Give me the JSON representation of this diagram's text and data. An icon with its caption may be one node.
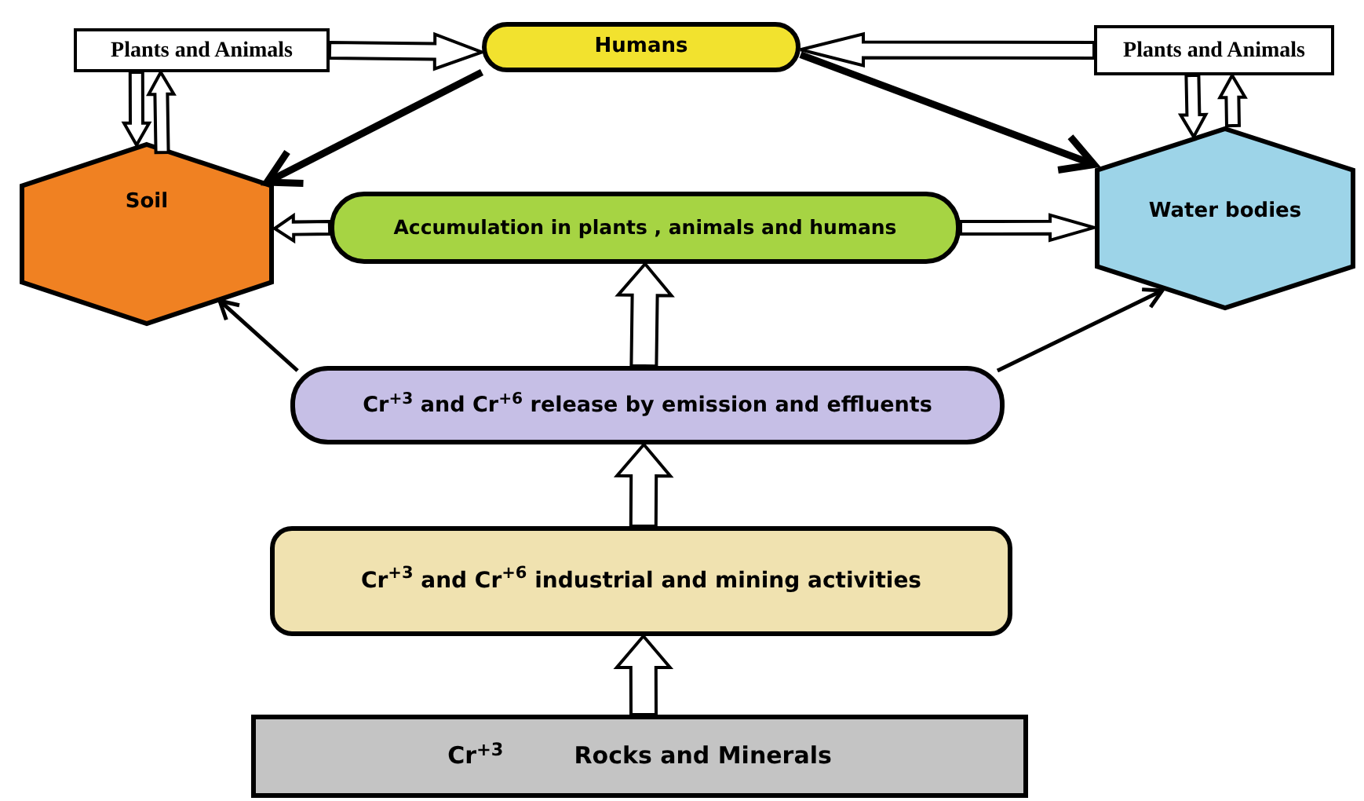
{
  "diagram": {
    "nodes": [
      {
        "text": [
          "Plants and Animals"
        ]
      },
      {
        "text": [
          "Humans"
        ]
      },
      {
        "text": [
          "Plants and Animals"
        ]
      },
      {
        "text": [
          "Soil"
        ]
      },
      {
        "text": [
          "Accumulation in plants , animals and humans"
        ]
      },
      {
        "text": [
          "Water bodies"
        ]
      },
      {
        "text": [
          "Cr$^{+3}$ and Cr$^{+6}$ release by emission and effluents"
        ]
      },
      {
        "text": [
          "Cr$^{+3}$ and Cr$^{+6}$ industrial and mining activities"
        ]
      },
      {
        "text": [
          "Cr$^{+3}$",
          "Rocks and Minerals"
        ]
      }
    ],
    "edges": [
      {
        "from": 0,
        "to": 1,
        "arrow": "to",
        "style": "thick"
      },
      {
        "from": 0,
        "to": 3,
        "arrow": "to",
        "style": "thick"
      },
      {
        "from": 3,
        "to": 0,
        "arrow": "to",
        "style": "thick"
      },
      {
        "from": 2,
        "to": 1,
        "arrow": "to",
        "style": "thick"
      },
      {
        "from": 2,
        "to": 5,
        "arrow": "to",
        "style": "thick"
      },
      {
        "from": 5,
        "to": 2,
        "arrow": "to",
        "style": "thick"
      },
      {
        "from": 1,
        "to": 3,
        "arrow": "to",
        "style": "thick"
      },
      {
        "from": 1,
        "to": 5,
        "arrow": "to",
        "style": "thick"
      },
      {
        "from": 4,
        "to": 3,
        "arrow": "to",
        "style": "thick"
      },
      {
        "from": 4,
        "to": 5,
        "arrow": "to",
        "style": "thick"
      },
      {
        "from": 6,
        "to": 4,
        "arrow": "to",
        "style": "thick"
      },
      {
        "from": 6,
        "to": 3,
        "arrow": "to"
      },
      {
        "from": 6,
        "to": 5,
        "arrow": "to"
      },
      {
        "from": 7,
        "to": 6,
        "arrow": "to",
        "style": "thick"
      },
      {
        "from": 8,
        "to": 7,
        "arrow": "to",
        "style": "thick"
      }
    ]
  }
}
